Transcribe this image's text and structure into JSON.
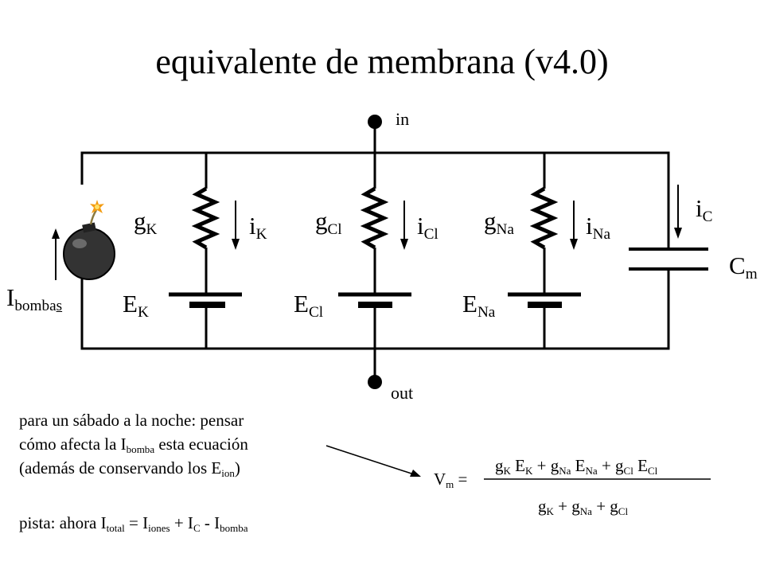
{
  "title": "equivalente de membrana (v4.0)",
  "terminals": {
    "in": "in",
    "out": "out"
  },
  "labels": {
    "g": "g",
    "i": "i",
    "E": "E",
    "C": "C",
    "I": "I",
    "K": "K",
    "Cl": "Cl",
    "Na": "Na",
    "m": "m",
    "bomba": "bomba",
    "s": "s"
  },
  "note": {
    "line1": "para un sábado a la noche: pensar",
    "line2_a": "cómo afecta la I",
    "line2_sub": "bomba",
    "line2_b": " esta ecuación",
    "line3_a": "(además de conservando los E",
    "line3_sub": "ion",
    "line3_b": ")",
    "hint_a": "pista: ahora I",
    "hint_sub1": "total",
    "hint_b": " = I",
    "hint_sub2": "iones",
    "hint_c": " + I",
    "hint_sub3": "C",
    "hint_d": " - I",
    "hint_sub4": "bomba"
  },
  "equation": {
    "lhs": "V",
    "lhs_sub": "m",
    "equals": " =",
    "num_g": "g",
    "num_E": "E",
    "plus": " + ",
    "den_K": "K",
    "den_Na": "Na",
    "den_Cl": "Cl"
  }
}
